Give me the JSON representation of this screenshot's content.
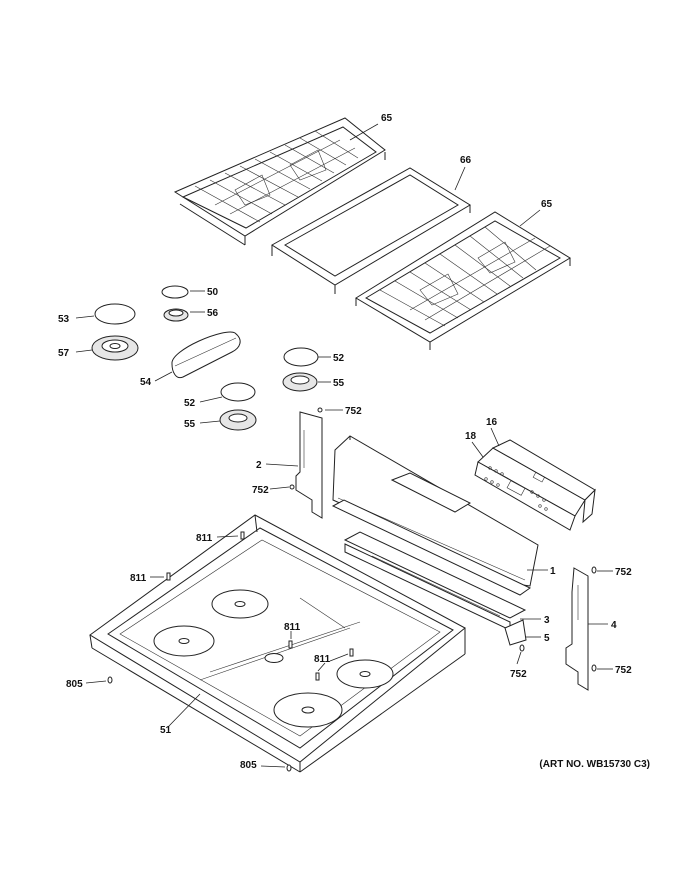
{
  "diagram": {
    "caption": "(ART NO. WB15730 C3)",
    "callouts": {
      "grate_left": "65",
      "griddle": "66",
      "grate_right": "65",
      "cap_small": "50",
      "head_small": "56",
      "cap_large": "53",
      "head_large": "57",
      "oval_cap": "54",
      "cap_mid_right": "52",
      "head_mid_right": "55",
      "cap_mid_left": "52",
      "head_mid_left": "55",
      "screw_top": "752",
      "bracket_left": "2",
      "screw_left": "752",
      "control_board": "16",
      "overlay": "18",
      "backguard": "1",
      "trim": "3",
      "end_cap": "5",
      "screw_bottom": "752",
      "bracket_right": "4",
      "screw_right_top": "752",
      "screw_right_bottom": "752",
      "clip_top": "811",
      "clip_left": "811",
      "clip_center": "811",
      "clip_center_right": "811",
      "cooktop": "51",
      "screw_front_left": "805",
      "screw_front_bottom": "805"
    }
  }
}
